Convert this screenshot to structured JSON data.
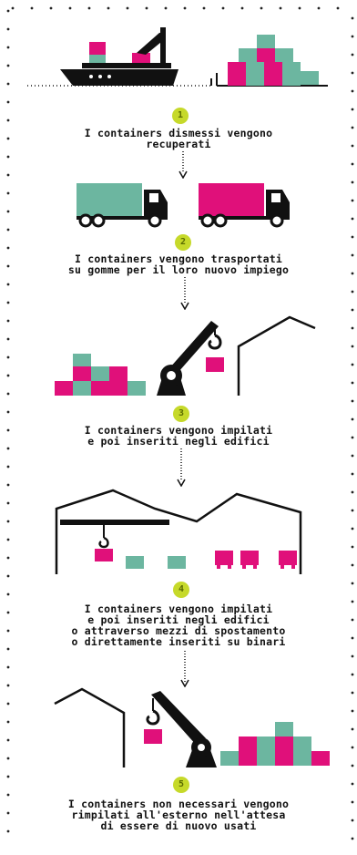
{
  "colors": {
    "magenta": "#e0107a",
    "teal": "#6cb6a0",
    "black": "#111111",
    "badge": "#c6d92a"
  },
  "steps": [
    {
      "number": "1",
      "caption": "I containers dismessi vengono\nrecuperati"
    },
    {
      "number": "2",
      "caption": "I containers vengono trasportati\nsu gomme per il loro nuovo impiego"
    },
    {
      "number": "3",
      "caption": "I containers vengono impilati\ne poi inseriti negli edifici"
    },
    {
      "number": "4",
      "caption": "I containers vengono impilati\ne poi inseriti negli edifici\no attraverso mezzi di spostamento\no direttamente inseriti su binari"
    },
    {
      "number": "5",
      "caption": "I containers non necessari vengono\nrimpilati all'esterno nell'attesa\ndi essere di nuovo usati"
    }
  ],
  "icons": [
    "ship-icon",
    "truck-icon",
    "crane-icon",
    "hook-icon",
    "building-icon",
    "dotted-arrow-icon"
  ]
}
